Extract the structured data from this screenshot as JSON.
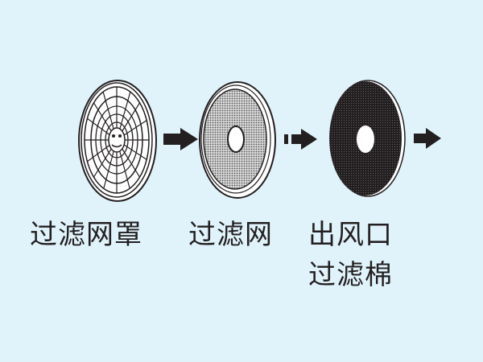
{
  "diagram": {
    "background": "#e0f3fb",
    "ink_color": "#231f20",
    "steps": [
      {
        "label": "过滤网罩",
        "icon": "filter-cover-grille-disc"
      },
      {
        "label": "过滤网",
        "icon": "filter-mesh-disc-with-hole"
      },
      {
        "label_line1": "出风口",
        "label_line2": "过滤棉",
        "icon": "outlet-filter-cotton-dark-disc"
      }
    ],
    "arrows": [
      {
        "from": "过滤网罩",
        "to": "过滤网",
        "style": "solid"
      },
      {
        "from": "过滤网",
        "to": "出风口过滤棉",
        "style": "dashed-tail"
      },
      {
        "from": "出风口过滤棉",
        "to": "out",
        "style": "solid"
      }
    ]
  }
}
